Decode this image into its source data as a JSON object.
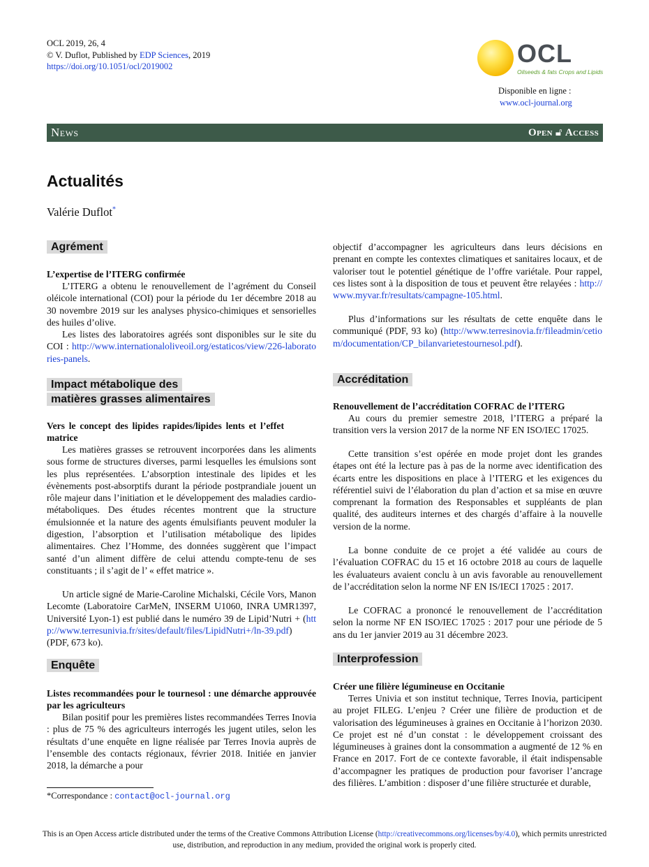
{
  "header": {
    "citation": "OCL 2019, 26, 4",
    "copyright_prefix": "© V. Duflot, Published by ",
    "publisher": "EDP Sciences",
    "copyright_year": ", 2019",
    "doi": "https://doi.org/10.1051/ocl/2019002"
  },
  "logo": {
    "brand": "OCL",
    "tagline": "Oilseeds & fats Crops and Lipids"
  },
  "availability": {
    "label": "Disponible en ligne :",
    "url": "www.ocl-journal.org"
  },
  "band": {
    "section": "News",
    "open": "Open",
    "access": "Access"
  },
  "article": {
    "title": "Actualités",
    "author": "Valérie Duflot",
    "author_mark": "*"
  },
  "sections": {
    "agrement": {
      "heading": "Agrément",
      "subheading": "L’expertise de l’ITERG confirmée",
      "p1": "L’ITERG a obtenu le renouvellement de l’agrément du Conseil oléicole international (COI) pour la période du 1er décembre 2018 au 30 novembre 2019 sur les analyses physico-chimiques et sensorielles des huiles d’olive.",
      "p2_text": "Les listes des laboratoires agréés sont disponibles sur le site du COI : ",
      "p2_link": "http://www.internationaloliveoil.org/estaticos/view/226-laboratories-panels",
      "p2_end": "."
    },
    "impact": {
      "heading_line1": "Impact métabolique des",
      "heading_line2": "matières grasses alimentaires",
      "subheading": "Vers le concept des lipides rapides/lipides lents et l’effet matrice",
      "p1": "Les matières grasses se retrouvent incorporées dans les aliments sous forme de structures diverses, parmi lesquelles les émulsions sont les plus représentées. L’absorption intestinale des lipides et les évènements post-absorptifs durant la période postprandiale jouent un rôle majeur dans l’initiation et le développement des maladies cardio-métaboliques. Des études récentes montrent que la structure émulsionnée et la nature des agents émulsifiants peuvent moduler la digestion, l’absorption et l’utilisation métabolique des lipides alimentaires. Chez l’Homme, des données suggèrent que l’impact santé d’un aliment diffère de celui attendu compte-tenu de ses constituants ; il s’agit de l’ « effet matrice ».",
      "p2_text": "Un article signé de Marie-Caroline Michalski, Cécile Vors, Manon Lecomte (Laboratoire CarMeN, INSERM U1060, INRA UMR1397, Université Lyon-1) est publié dans le numéro 39 de Lipid’Nutri + (",
      "p2_link": "http://www.terresunivia.fr/sites/default/files/LipidNutri+/ln-39.pdf",
      "p2_end": ") (PDF, 673 ko)."
    },
    "enquete": {
      "heading": "Enquête",
      "subheading": "Listes recommandées pour le tournesol : une démarche approuvée par les agriculteurs",
      "p1": "Bilan positif pour les premières listes recommandées Terres Inovia : plus de 75 % des agriculteurs interrogés les jugent utiles, selon les résultats d’une enquête en ligne réalisée par Terres Inovia auprès de l’ensemble des contacts régionaux, février 2018. Initiée en janvier 2018, la démarche a pour",
      "p1_cont": "objectif d’accompagner les agriculteurs dans leurs décisions en prenant en compte les contextes climatiques et sanitaires locaux, et de valoriser tout le potentiel génétique de l’offre variétale. Pour rappel, ces listes sont à la disposition de tous et peuvent être relayées : ",
      "p1_link": "http://www.myvar.fr/resultats/campagne-105.html",
      "p1_end": ".",
      "p2_text": "Plus d’informations sur les résultats de cette enquête dans le communiqué (PDF, 93 ko) (",
      "p2_link": "http://www.terresinovia.fr/fileadmin/cetiom/documentation/CP_bilanvarietestournesol.pdf",
      "p2_end": ")."
    },
    "accreditation": {
      "heading": "Accréditation",
      "subheading": "Renouvellement de l’accréditation COFRAC de l’ITERG",
      "p1": "Au cours du premier semestre 2018, l’ITERG a préparé la transition vers la version 2017 de la norme NF EN ISO/IEC 17025.",
      "p2": "Cette transition s’est opérée en mode projet dont les grandes étapes ont été la lecture pas à pas de la norme avec identification des écarts entre les dispositions en place à l’ITERG et les exigences du référentiel suivi de l’élaboration du plan d’action et sa mise en œuvre comprenant la formation des Responsables et suppléants de plan qualité, des auditeurs internes et des chargés d’affaire à la nouvelle version de la norme.",
      "p3": "La bonne conduite de ce projet a été validée au cours de l’évaluation COFRAC du 15 et 16 octobre 2018 au cours de laquelle les évaluateurs avaient conclu à un avis favorable au renouvellement de l’accréditation selon la norme NF EN IS/IECI 17025 : 2017.",
      "p4": "Le COFRAC a prononcé le renouvellement de l’accréditation selon la norme NF EN ISO/IEC 17025 : 2017 pour une période de 5 ans du 1er janvier 2019 au 31 décembre 2023."
    },
    "interprofession": {
      "heading": "Interprofession",
      "subheading": "Créer une filière légumineuse en Occitanie",
      "p1": "Terres Univia et son institut technique, Terres Inovia, participent au projet FILEG. L’enjeu ? Créer une filière de production et de valorisation des légumineuses à graines en Occitanie à l’horizon 2030. Ce projet est né d’un constat : le développement croissant des légumineuses à graines dont la consommation a augmenté de 12 % en France en 2017. Fort de ce contexte favorable, il était indispensable d’accompagner les pratiques de production pour favoriser l’ancrage des filières. L’ambition : disposer d’une filière structurée et durable,"
    }
  },
  "footnote": {
    "label": "*Correspondance : ",
    "email": "contact@ocl-journal.org"
  },
  "license": {
    "text1": "This is an Open Access article distributed under the terms of the Creative Commons Attribution License (",
    "link": "http://creativecommons.org/licenses/by/4.0",
    "text2": "), which permits unrestricted use, distribution, and reproduction in any medium, provided the original work is properly cited."
  }
}
